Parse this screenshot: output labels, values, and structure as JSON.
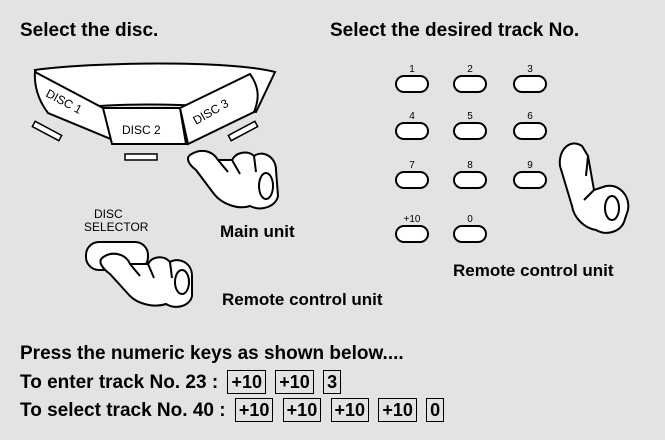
{
  "headings": {
    "select_disc": "Select the disc.",
    "select_track": "Select the desired track No."
  },
  "disc_buttons": [
    "DISC 1",
    "DISC 2",
    "DISC 3"
  ],
  "labels": {
    "disc_selector_line1": "DISC",
    "disc_selector_line2": "SELECTOR",
    "main_unit": "Main unit",
    "remote_left": "Remote control unit",
    "remote_right": "Remote control unit"
  },
  "numeric_keys": [
    "1",
    "2",
    "3",
    "4",
    "5",
    "6",
    "7",
    "8",
    "9",
    "+10",
    "0"
  ],
  "instructions": {
    "intro": "Press the numeric keys as shown below....",
    "row1_caption": "To enter track No. 23  :",
    "row1_keys": [
      "+10",
      "+10",
      "3"
    ],
    "row2_caption": "To select track No. 40 :",
    "row2_keys": [
      "+10",
      "+10",
      "+10",
      "+10",
      "0"
    ]
  }
}
